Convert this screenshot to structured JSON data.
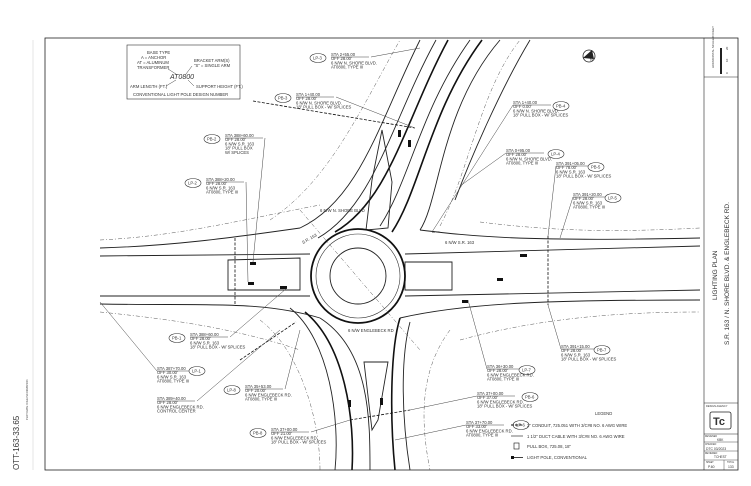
{
  "sheet": {
    "project_number": "OTT-163-33.65",
    "margin_note": "PLOT DATE / FILE INFORMATION"
  },
  "detail_box": {
    "base_type": "BASE TYPE",
    "base_a": "A = ANCHOR",
    "base_at": "AT = ALUMINUM",
    "base_at2": "TRANSFORMER",
    "bracket": "BRACKET ARM(S)",
    "bracket_s": "\"S\" = SINGLE ARM",
    "code": "AT0800",
    "arm_length": "ARM LENGTH (FT.)",
    "support_height": "SUPPORT HEIGHT (FT.)",
    "caption": "CONVENTIONAL LIGHT POLE DESIGN NUMBER"
  },
  "callouts": [
    {
      "id": "LP-3",
      "lines": [
        "STA 2+55.00",
        "OFF 28.00'",
        "6 N/W N. SHORE BLVD.",
        "AT0800, TYPE III"
      ]
    },
    {
      "id": "PB-3",
      "lines": [
        "STA 1+40.00",
        "OFF 28.00'",
        "6 N/W N. SHORE BLVD.",
        "18\" PULL BOX - W/ SPLICES"
      ]
    },
    {
      "id": "PB-4",
      "lines": [
        "STA 1+40.00",
        "OFF 0.00'",
        "6 N/W N. SHORE BLVD.",
        "18\" PULL BOX - W/ SPLICES"
      ]
    },
    {
      "id": "PB-2",
      "lines": [
        "STA 388+60.00",
        "OFF 28.00'",
        "6 N/W S.R. 163",
        "18\" PULL BOX",
        "W/ SPLICES"
      ]
    },
    {
      "id": "LP-2",
      "lines": [
        "STA 388+20.00",
        "OFF 28.00'",
        "6 N/W S.R. 163",
        "AT0800, TYPE III"
      ]
    },
    {
      "id": "LP-4",
      "lines": [
        "STA 0+95.00",
        "OFF 28.00'",
        "6 N/W N. SHORE BLVD.",
        "AT0800, TYPE III"
      ]
    },
    {
      "id": "PB-5",
      "lines": [
        "STA 391+05.00",
        "OFF 78.00'",
        "6 N/W S.R. 163",
        "18\" PULL BOX - W/ SPLICES"
      ]
    },
    {
      "id": "LP-5",
      "lines": [
        "STA 391+20.00",
        "OFF 28.00'",
        "6 N/W S.R. 163",
        "AT0800, TYPE III"
      ]
    },
    {
      "id": "PB-1",
      "lines": [
        "STA 388+60.00",
        "OFF 28.00'",
        "6 N/W S.R. 163",
        "18\" PULL BOX - W/ SPLICES"
      ]
    },
    {
      "id": "LP-1",
      "lines": [
        "STA 387+70.00",
        "OFF 30.00'",
        "6 N/W S.R. 163",
        "AT0800, TYPE III"
      ]
    },
    {
      "id": "",
      "lines": [
        "STA 389+40.00",
        "OFF 28.00'",
        "6 N/W ENGLEBECK RD.",
        "CONTROL CENTER"
      ]
    },
    {
      "id": "LP-8",
      "lines": [
        "STA 35+53.00",
        "OFF 20.00'",
        "6 N/W ENGLEBECK RD.",
        "AT0800, TYPE III"
      ]
    },
    {
      "id": "PB-7",
      "lines": [
        "STA 391+15.00",
        "OFF 28.00'",
        "6 N/W S.R. 163",
        "18\" PULL BOX - W/ SPLICES"
      ]
    },
    {
      "id": "LP-7",
      "lines": [
        "STA 36+30.00",
        "OFF 28.00'",
        "6 N/W ENGLEBECK RD.",
        "AT0800, TYPE III"
      ]
    },
    {
      "id": "PB-6",
      "lines": [
        "STA 37+00.00",
        "OFF 37.00'",
        "6 N/W ENGLEBECK RD.",
        "18\" PULL BOX - W/ SPLICES"
      ]
    },
    {
      "id": "LP-6",
      "lines": [
        "STA 37+70.00",
        "OFF 33.00'",
        "6 N/W ENGLEBECK RD.",
        "AT0800, TYPE III"
      ]
    },
    {
      "id": "PB-8",
      "lines": [
        "STA 37+00.00",
        "OFF 21.00'",
        "6 N/W ENGLEBECK RD.",
        "18\" PULL BOX - W/ SPLICES"
      ]
    }
  ],
  "road_labels": {
    "north": "6 N/W N. SHORE BLVD",
    "south": "6 N/W ENGLEBECK RD",
    "east": "6 N/W S.R. 163",
    "west": "S.R. 163"
  },
  "legend": {
    "title": "LEGEND",
    "items": [
      "2\" CONDUIT, 725.051 WITH 3/C#8 NO. 6 AWG WIRE",
      "1 1/2\" DUCT CABLE WITH 3/C#8 NO. 6 AWG WIRE",
      "PULL BOX, 725.08, 18\"",
      "LIGHT POLE, CONVENTIONAL"
    ]
  },
  "north_arrow": {
    "label": "N",
    "icon": "north-arrow-icon"
  },
  "title_block": {
    "scale_title": "HORIZONTAL SCALE IN FEET",
    "scale_ticks": [
      "0",
      "10",
      "20"
    ],
    "title": "LIGHTING PLAN",
    "subtitle": "S.R. 163 / N. SHORE BLVD. & ENGLEBECK RD.",
    "design_agency": "DESIGN AGENCY",
    "logo": "Tc",
    "designed_label": "DESIGNED",
    "designed": "KBK",
    "checked_label": "CHECKED",
    "checked": "DTC  03/2023",
    "reviewed_label": "REVIEWED",
    "reviewed": "TCHEST",
    "sheet_label": "SHEET",
    "sheet": "P.60",
    "total_label": "TOTAL",
    "total": "133"
  }
}
